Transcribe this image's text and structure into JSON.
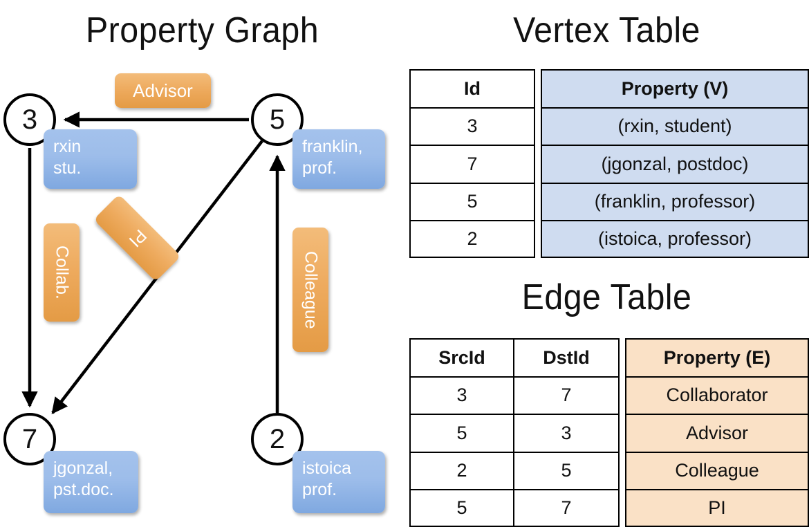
{
  "titles": {
    "property_graph": "Property Graph",
    "vertex_table": "Vertex Table",
    "edge_table": "Edge Table"
  },
  "graph": {
    "vertices": [
      {
        "id": "3",
        "property_label": "rxin\nstu."
      },
      {
        "id": "5",
        "property_label": "franklin,\nprof."
      },
      {
        "id": "7",
        "property_label": "jgonzal,\npst.doc."
      },
      {
        "id": "2",
        "property_label": "istoica\nprof."
      }
    ],
    "edge_labels": {
      "advisor": "Advisor",
      "collab": "Collab.",
      "pi": "PI",
      "colleague": "Colleague"
    },
    "edges": [
      {
        "from": "5",
        "to": "3",
        "label": "Advisor"
      },
      {
        "from": "3",
        "to": "7",
        "label": "Collab."
      },
      {
        "from": "5",
        "to": "7",
        "label": "PI"
      },
      {
        "from": "2",
        "to": "5",
        "label": "Colleague"
      }
    ]
  },
  "vertex_table": {
    "headers": [
      "Id",
      "Property (V)"
    ],
    "rows": [
      {
        "id": "3",
        "property": "(rxin, student)"
      },
      {
        "id": "7",
        "property": "(jgonzal, postdoc)"
      },
      {
        "id": "5",
        "property": "(franklin, professor)"
      },
      {
        "id": "2",
        "property": "(istoica, professor)"
      }
    ]
  },
  "edge_table": {
    "headers": [
      "SrcId",
      "DstId",
      "Property (E)"
    ],
    "rows": [
      {
        "src": "3",
        "dst": "7",
        "property": "Collaborator"
      },
      {
        "src": "5",
        "dst": "3",
        "property": "Advisor"
      },
      {
        "src": "2",
        "dst": "5",
        "property": "Colleague"
      },
      {
        "src": "5",
        "dst": "7",
        "property": "PI"
      }
    ]
  },
  "colors": {
    "vertex_property_blue": "#9dbdea",
    "edge_label_orange": "#eeab5f",
    "table_blue": "#cfdcf0",
    "table_orange": "#fae1c6",
    "stroke": "#000000",
    "background": "#ffffff"
  }
}
